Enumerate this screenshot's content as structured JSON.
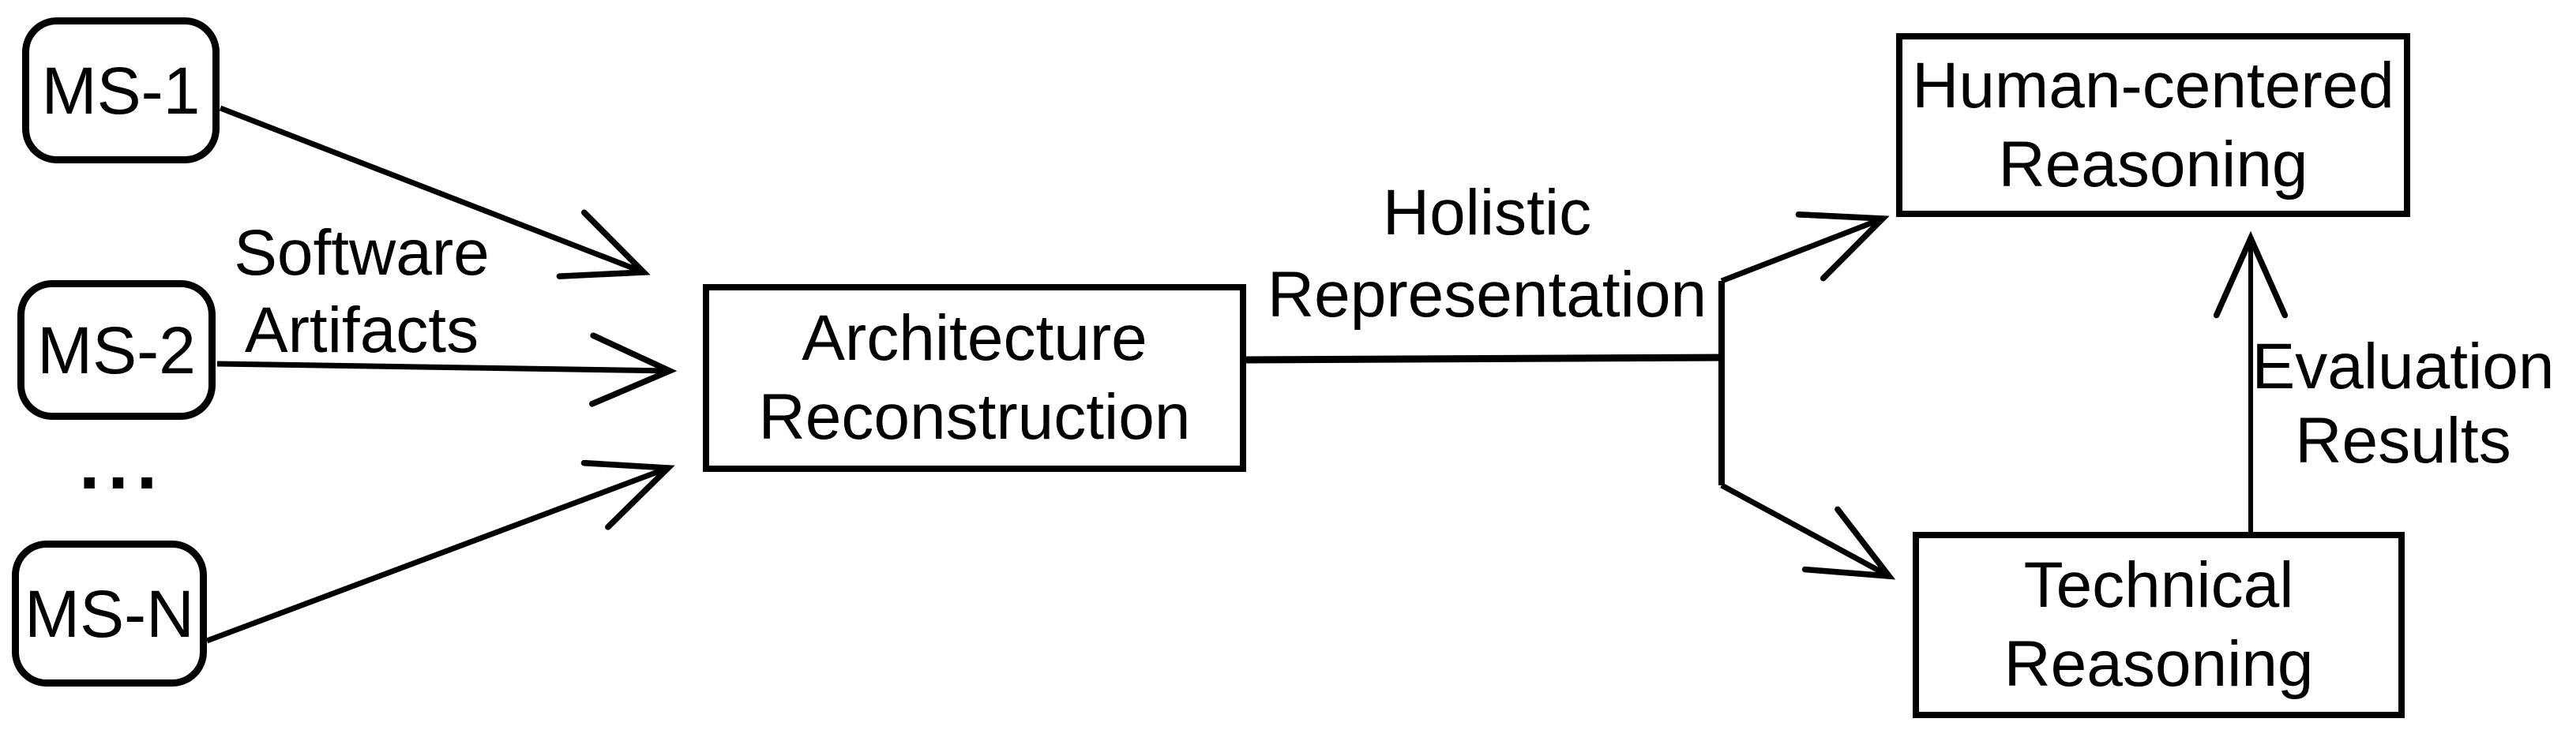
{
  "colors": {
    "ink": "#000000",
    "background": "#ffffff"
  },
  "nodes": {
    "ms1": {
      "label": "MS-1"
    },
    "ms2": {
      "label": "MS-2"
    },
    "msn": {
      "label": "MS-N"
    },
    "ellipsis": {
      "label": "..."
    },
    "architecture": {
      "line1": "Architecture",
      "line2": "Reconstruction"
    },
    "human_centered": {
      "line1": "Human-centered",
      "line2": "Reasoning"
    },
    "technical": {
      "line1": "Technical",
      "line2": "Reasoning"
    }
  },
  "edges": {
    "software_artifacts": {
      "line1": "Software",
      "line2": "Artifacts"
    },
    "holistic_representation": {
      "line1": "Holistic",
      "line2": "Representation"
    },
    "evaluation_results": {
      "line1": "Evaluation",
      "line2": "Results"
    }
  }
}
